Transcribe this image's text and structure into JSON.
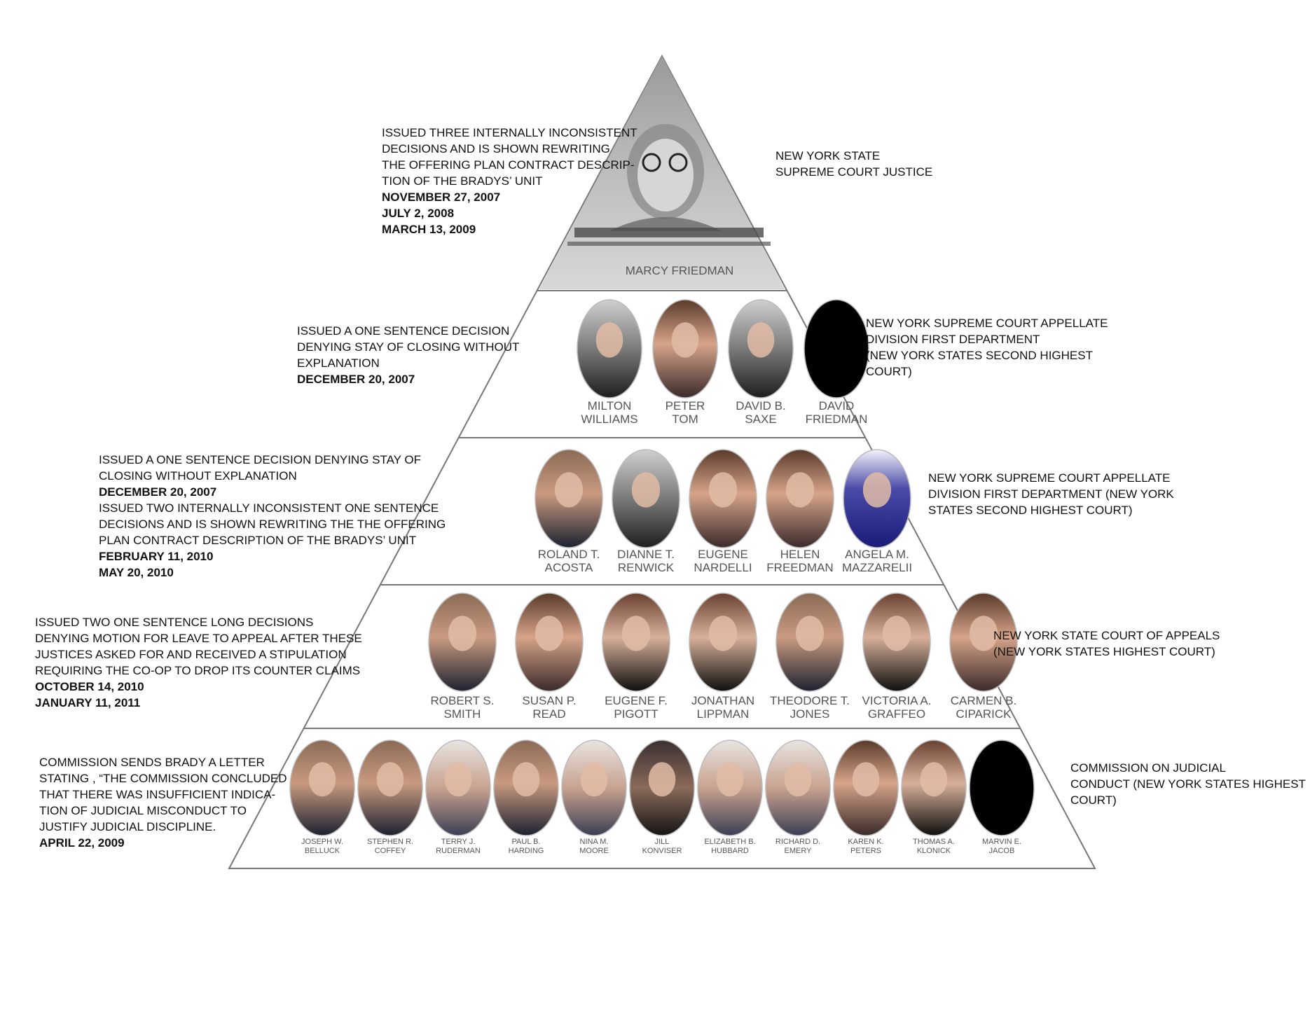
{
  "tiers": [
    {
      "court": [
        "NEW YORK STATE",
        "SUPREME COURT JUSTICE"
      ],
      "note": [
        "ISSUED THREE INTERNALLY INCONSISTENT",
        "DECISIONS  AND IS SHOWN REWRITING",
        "THE OFFERING PLAN  CONTRACT DESCRIP-",
        "TION OF THE BRADYS’ UNIT"
      ],
      "dates": [
        "NOVEMBER 27, 2007",
        "JULY 2, 2008",
        "MARCH 13, 2009"
      ],
      "members": [
        {
          "name": [
            "MARCY FRIEDMAN"
          ],
          "style": "sketch"
        }
      ]
    },
    {
      "court": [
        "NEW YORK SUPREME COURT APPELLATE",
        "DIVISION FIRST DEPARTMENT",
        "(NEW YORK STATES SECOND HIGHEST",
        "COURT)"
      ],
      "note": [
        "ISSUED A ONE SENTENCE DECISION",
        "DENYING STAY OF CLOSING WITHOUT",
        "EXPLANATION"
      ],
      "dates": [
        "DECEMBER 20, 2007"
      ],
      "members": [
        {
          "name": [
            "MILTON",
            "WILLIAMS"
          ],
          "style": "gray"
        },
        {
          "name": [
            "PETER",
            "TOM"
          ],
          "style": "warm"
        },
        {
          "name": [
            "DAVID B.",
            "SAXE"
          ],
          "style": "gray"
        },
        {
          "name": [
            "DAVID",
            "FRIEDMAN"
          ],
          "style": "black"
        }
      ]
    },
    {
      "court": [
        "NEW YORK SUPREME COURT APPELLATE",
        "DIVISION FIRST DEPARTMENT (NEW YORK",
        "STATES SECOND HIGHEST COURT)"
      ],
      "note": [
        "ISSUED A ONE SENTENCE DECISION DENYING STAY OF",
        "CLOSING WITHOUT EXPLANATION"
      ],
      "dates": [
        "DECEMBER 20, 2007"
      ],
      "note2": [
        "ISSUED TWO INTERNALLY INCONSISTENT ONE SENTENCE",
        "DECISIONS AND IS SHOWN REWRITING THE THE OFFERING",
        "PLAN  CONTRACT DESCRIPTION OF THE BRADYS’ UNIT"
      ],
      "dates2": [
        "FEBRUARY 11, 2010",
        "MAY 20, 2010"
      ],
      "members": [
        {
          "name": [
            "ROLAND T.",
            "ACOSTA"
          ],
          "style": "suit"
        },
        {
          "name": [
            "DIANNE T.",
            "RENWICK"
          ],
          "style": "gray"
        },
        {
          "name": [
            "EUGENE",
            "NARDELLI"
          ],
          "style": "warm"
        },
        {
          "name": [
            "HELEN",
            "FREEDMAN"
          ],
          "style": "warm"
        },
        {
          "name": [
            "ANGELA M.",
            "MAZZARELII"
          ],
          "style": "blue"
        }
      ]
    },
    {
      "court": [
        "NEW YORK STATE COURT OF APPEALS",
        "(NEW YORK STATES HIGHEST COURT)"
      ],
      "note": [
        "ISSUED TWO ONE SENTENCE LONG DECISIONS",
        "DENYING MOTION FOR LEAVE TO APPEAL AFTER THESE",
        "JUSTICES ASKED FOR AND RECEIVED A STIPULATION",
        "REQUIRING THE CO-OP TO DROP ITS COUNTER CLAIMS"
      ],
      "dates": [
        "OCTOBER 14, 2010",
        "JANUARY 11, 2011"
      ],
      "members": [
        {
          "name": [
            "ROBERT S.",
            "SMITH"
          ],
          "style": "suit"
        },
        {
          "name": [
            "SUSAN P.",
            "READ"
          ],
          "style": "warm"
        },
        {
          "name": [
            "EUGENE F.",
            "PIGOTT"
          ],
          "style": "robe"
        },
        {
          "name": [
            "JONATHAN",
            "LIPPMAN"
          ],
          "style": "robe"
        },
        {
          "name": [
            "THEODORE T.",
            "JONES"
          ],
          "style": "suit"
        },
        {
          "name": [
            "VICTORIA A.",
            "GRAFFEO"
          ],
          "style": "robe"
        },
        {
          "name": [
            "CARMEN B.",
            "CIPARICK"
          ],
          "style": "warm"
        }
      ]
    },
    {
      "court": [
        "COMMISSION ON JUDICIAL",
        "CONDUCT (NEW YORK STATES HIGHEST",
        "COURT)"
      ],
      "note": [
        "COMMISSION SENDS BRADY A LETTER",
        "STATING , “THE COMMISSION CONCLUDED",
        "THAT THERE WAS INSUFFICIENT  INDICA-",
        "TION OF JUDICIAL MISCONDUCT TO",
        "JUSTIFY JUDICIAL  DISCIPLINE."
      ],
      "dates": [
        "APRIL 22, 2009"
      ],
      "members": [
        {
          "name": [
            "JOSEPH W.",
            "BELLUCK"
          ],
          "style": "suit"
        },
        {
          "name": [
            "STEPHEN R.",
            "COFFEY"
          ],
          "style": "suit"
        },
        {
          "name": [
            "TERRY J.",
            "RUDERMAN"
          ],
          "style": "light"
        },
        {
          "name": [
            "PAUL B.",
            "HARDING"
          ],
          "style": "suit"
        },
        {
          "name": [
            "NINA M.",
            "MOORE"
          ],
          "style": "light"
        },
        {
          "name": [
            "JILL",
            "KONVISER"
          ],
          "style": "dark"
        },
        {
          "name": [
            "ELIZABETH B.",
            "HUBBARD"
          ],
          "style": "light"
        },
        {
          "name": [
            "RICHARD D.",
            "EMERY"
          ],
          "style": "light"
        },
        {
          "name": [
            "KAREN K.",
            "PETERS"
          ],
          "style": "warm"
        },
        {
          "name": [
            "THOMAS A.",
            "KLONICK"
          ],
          "style": "robe"
        },
        {
          "name": [
            "MARVIN E.",
            "JACOB"
          ],
          "style": "black"
        }
      ]
    }
  ]
}
